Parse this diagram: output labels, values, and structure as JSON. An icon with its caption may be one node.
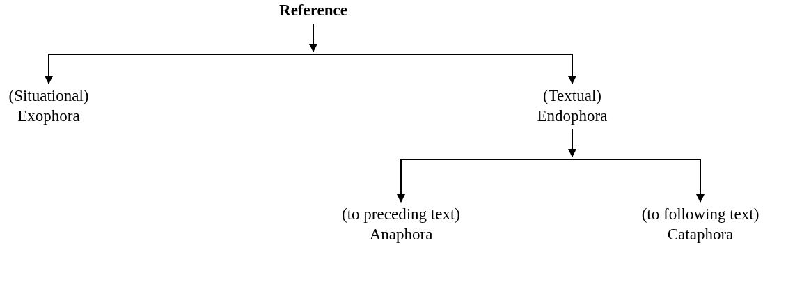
{
  "diagram": {
    "nodes": [
      {
        "text": [
          "Reference"
        ]
      },
      {
        "text": [
          "(Situational)",
          "Exophora"
        ]
      },
      {
        "text": [
          "(Textual)",
          "Endophora"
        ]
      },
      {
        "text": [
          "(to preceding text)",
          "Anaphora"
        ]
      },
      {
        "text": [
          "(to following text)",
          "Cataphora"
        ]
      }
    ],
    "edges": [
      {
        "from": 0,
        "to": 1,
        "arrow": "to"
      },
      {
        "from": 0,
        "to": 2,
        "arrow": "to"
      },
      {
        "from": 2,
        "to": 3,
        "arrow": "to"
      },
      {
        "from": 2,
        "to": 4,
        "arrow": "to"
      }
    ]
  }
}
